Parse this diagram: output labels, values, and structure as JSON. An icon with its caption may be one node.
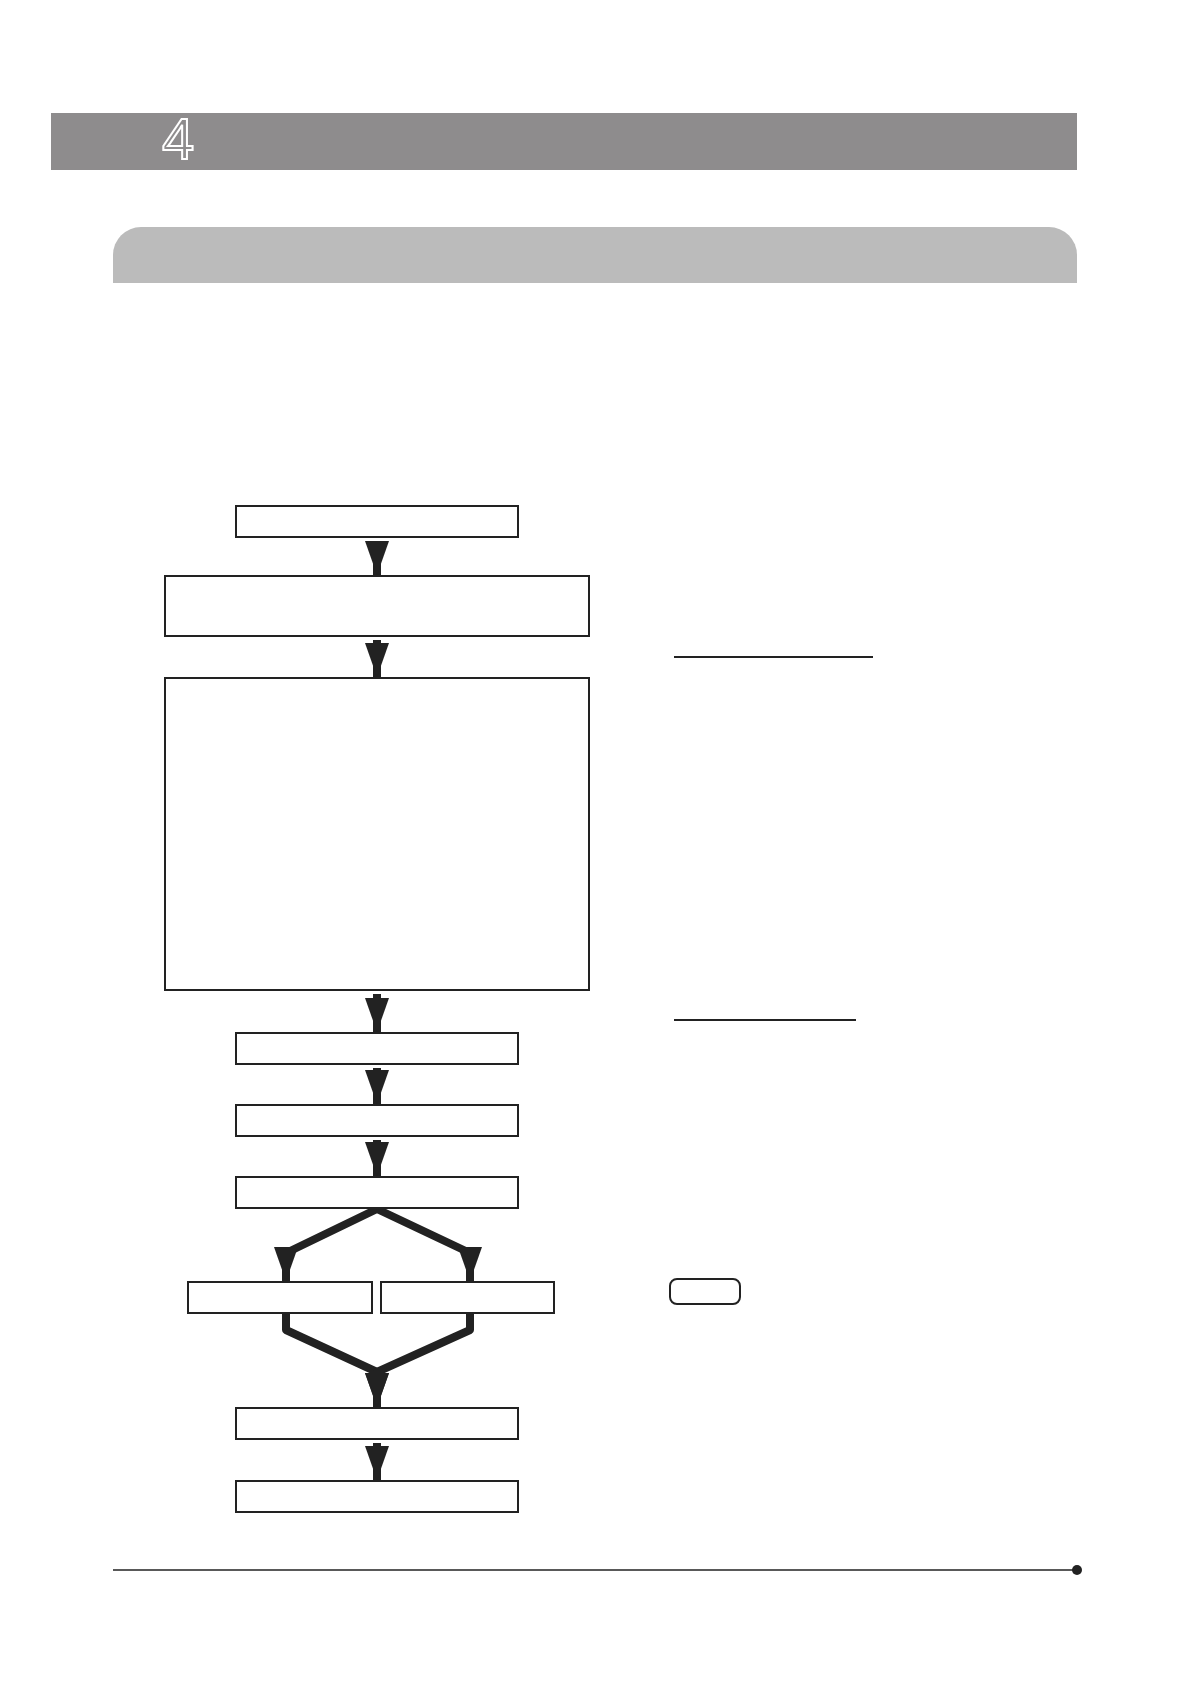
{
  "diagram": {
    "nodes": [
      {
        "text": [],
        "shape": "box"
      },
      {
        "text": [],
        "shape": "box"
      },
      {
        "text": [],
        "shape": "box"
      },
      {
        "text": [],
        "shape": "box"
      },
      {
        "text": [],
        "shape": "box"
      },
      {
        "text": [],
        "shape": "box"
      },
      {
        "text": [],
        "shape": "box"
      },
      {
        "text": [],
        "shape": "box"
      },
      {
        "text": [],
        "shape": "box"
      },
      {
        "text": [],
        "shape": "box"
      }
    ],
    "edges": [
      {
        "from": 0,
        "to": 1,
        "arrow": "to"
      },
      {
        "from": 1,
        "to": 2,
        "arrow": "to"
      },
      {
        "from": 2,
        "to": 3,
        "arrow": "to"
      },
      {
        "from": 3,
        "to": 4,
        "arrow": "to"
      },
      {
        "from": 4,
        "to": 5,
        "arrow": "to"
      },
      {
        "from": 5,
        "to": 6,
        "arrow": "to"
      },
      {
        "from": 5,
        "to": 7,
        "arrow": "to"
      },
      {
        "from": 6,
        "to": 8,
        "arrow": "to"
      },
      {
        "from": 7,
        "to": 8,
        "arrow": "to"
      },
      {
        "from": 8,
        "to": 9,
        "arrow": "to"
      }
    ],
    "labels": [
      "4"
    ]
  }
}
